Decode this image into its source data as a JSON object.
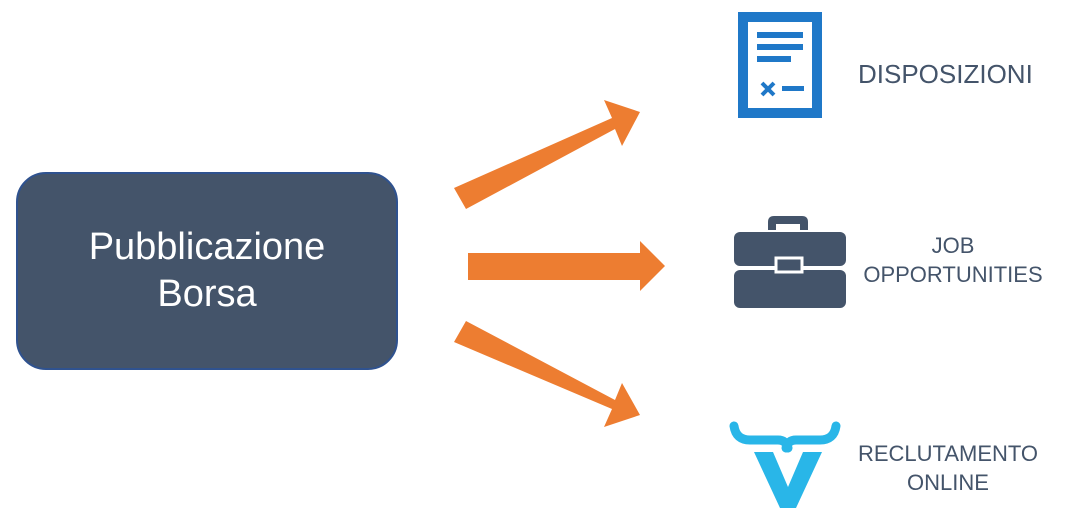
{
  "source": {
    "line1": "Pubblicazione",
    "line2": "Borsa"
  },
  "targets": [
    {
      "line1": "DISPOSIZIONI",
      "icon": "document-checklist-icon"
    },
    {
      "line1": "JOB",
      "line2": "OPPORTUNITIES",
      "icon": "briefcase-icon"
    },
    {
      "line1": "RECLUTAMENTO",
      "line2": "ONLINE",
      "icon": "v-logo-icon"
    }
  ],
  "colors": {
    "box_fill": "#44546a",
    "box_border": "#2f528f",
    "arrow": "#ed7d31",
    "doc_icon": "#1f78c8",
    "briefcase_icon": "#44546a",
    "logo": "#29b6e8",
    "label_text": "#44546a"
  }
}
